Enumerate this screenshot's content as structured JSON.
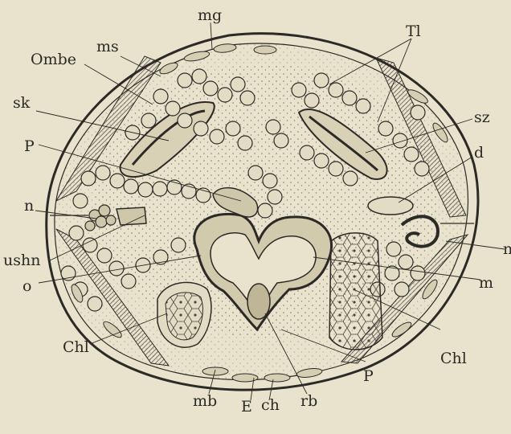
{
  "figure": {
    "paper_color": "#e9e2cc",
    "ink_color": "#2b2a26",
    "labels": {
      "mg": "mg",
      "ombe": "Ombe",
      "ms": "ms",
      "tl": "Tl",
      "sk": "sk",
      "sz": "sz",
      "p_top": "P",
      "d": "d",
      "n_left": "n",
      "n_right": "n",
      "ushn": "ushn",
      "o": "o",
      "m": "m",
      "chl_left": "Chl",
      "chl_right": "Chl",
      "p_bottom": "P",
      "mb": "mb",
      "e": "E",
      "ch": "ch",
      "rb": "rb"
    }
  }
}
